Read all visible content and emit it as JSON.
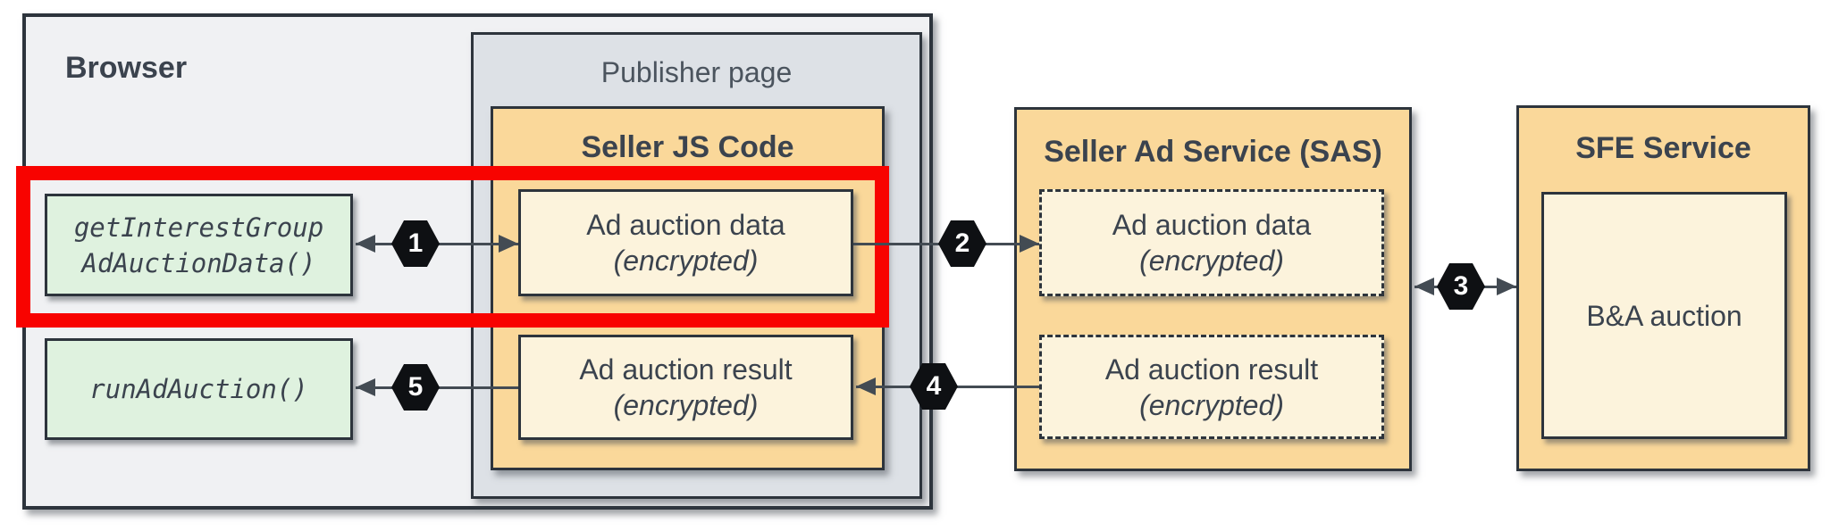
{
  "theme": {
    "ink": "#3b434e",
    "border": "#2d343c",
    "red": "#f80300",
    "orange": "#fad89a",
    "cream": "#fcf3dc",
    "green": "#dff2df",
    "browser-gray": "#f0f1f3",
    "publisher-gray": "#dde1e6",
    "hexagon": "#0e1013",
    "arrow": "#434b53"
  },
  "diagram": {
    "browser": {
      "label": "Browser"
    },
    "publisher_page": {
      "label": "Publisher page"
    },
    "seller_js": {
      "title": "Seller JS Code",
      "boxes": [
        {
          "line1": "Ad auction data",
          "line2": "(encrypted)"
        },
        {
          "line1": "Ad auction result",
          "line2": "(encrypted)"
        }
      ]
    },
    "browser_api": {
      "get_interest_group": {
        "line1": "getInterestGroup",
        "line2": "AdAuctionData()"
      },
      "run_ad_auction": {
        "line1": "runAdAuction()"
      }
    },
    "sas": {
      "title": "Seller Ad Service (SAS)",
      "boxes": [
        {
          "line1": "Ad auction data",
          "line2": "(encrypted)"
        },
        {
          "line1": "Ad auction result",
          "line2": "(encrypted)"
        }
      ]
    },
    "sfe": {
      "title": "SFE Service",
      "auction_box": {
        "label": "B&A auction"
      }
    },
    "steps": [
      {
        "number": "1"
      },
      {
        "number": "2"
      },
      {
        "number": "3"
      },
      {
        "number": "4"
      },
      {
        "number": "5"
      }
    ]
  }
}
